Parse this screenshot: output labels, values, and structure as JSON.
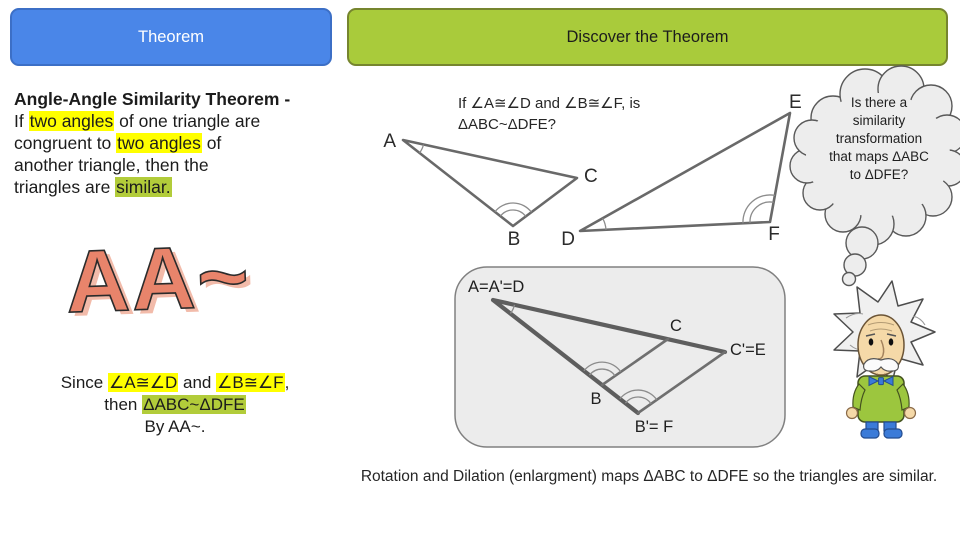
{
  "colors": {
    "tab_blue": "#4a86e8",
    "tab_green": "#a9cb3b",
    "highlight_yellow": "#ffff00",
    "highlight_green": "#b2cc3a",
    "aa_coral": "#e8846b",
    "diagram_line_gray": "#696969"
  },
  "nav": {
    "theorem_tab": "Theorem",
    "discover_tab": "Discover the Theorem"
  },
  "definition": {
    "title": "Angle-Angle Similarity Theorem -",
    "line2": {
      "a": "If ",
      "hl": "two angles",
      "b": " of one triangle are"
    },
    "line3": {
      "a": "congruent to ",
      "hl": "two angles",
      "b": " of"
    },
    "line4": "another triangle, then the",
    "line5": {
      "a": "triangles are ",
      "hl": "similar."
    }
  },
  "aa_symbol": "AA~",
  "conclusion": {
    "line1": {
      "a": "Since ",
      "hl1": "∠A≅∠D",
      "b": " and ",
      "hl2": "∠B≅∠F",
      "c": ","
    },
    "line2": {
      "a": "then ",
      "hl": "ΔABC~ΔDFE"
    },
    "line3": "By AA~."
  },
  "question": {
    "line1": "If ∠A≅∠D and ∠B≅∠F, is",
    "line2": "ΔABC~ΔDFE?"
  },
  "vertices": {
    "a": "A",
    "b": "B",
    "c": "C",
    "d": "D",
    "e": "E",
    "f": "F"
  },
  "thought_bubble": "Is there a similarity transformation that maps ΔABC to ΔDFE?",
  "mapping": {
    "aad": "A=A'=D",
    "c": "C",
    "ce": "C'=E",
    "b": "B",
    "bf": "B'= F"
  },
  "caption": "Rotation and Dilation (enlargment) maps ΔABC to ΔDFE so the triangles are similar."
}
